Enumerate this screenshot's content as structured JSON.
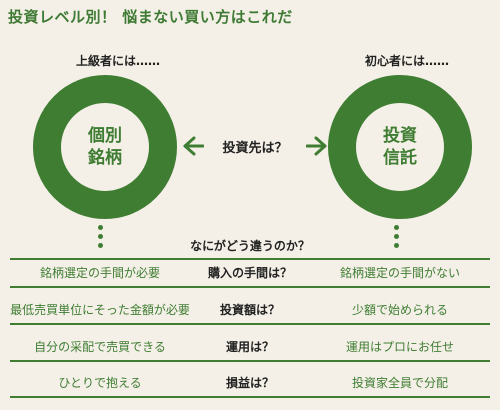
{
  "title": "投資レベル別！ 悩まない買い方はこれだ",
  "levels": {
    "left_label": "上級者には……",
    "right_label": "初心者には……"
  },
  "circles": {
    "left": {
      "line1": "個別",
      "line2": "銘柄"
    },
    "right": {
      "line1": "投資",
      "line2": "信託"
    }
  },
  "compare": {
    "label": "投資先は？"
  },
  "question": "なにがどう違うのか？",
  "rows": [
    {
      "left": "銘柄選定の手間が必要",
      "mid": "購入の手間は？",
      "right": "銘柄選定の手間がない"
    },
    {
      "left": "最低売買単位にそった金額が必要",
      "mid": "投資額は？",
      "right": "少額で始められる"
    },
    {
      "left": "自分の采配で売買できる",
      "mid": "運用は？",
      "right": "運用はプロにお任せ"
    },
    {
      "left": "ひとりで抱える",
      "mid": "損益は？",
      "right": "投資家全員で分配"
    }
  ],
  "colors": {
    "accent": "#3f7d33",
    "background": "#f4f0e7",
    "text": "#222222"
  },
  "icons": [
    "arrow-left-icon",
    "arrow-right-icon"
  ]
}
